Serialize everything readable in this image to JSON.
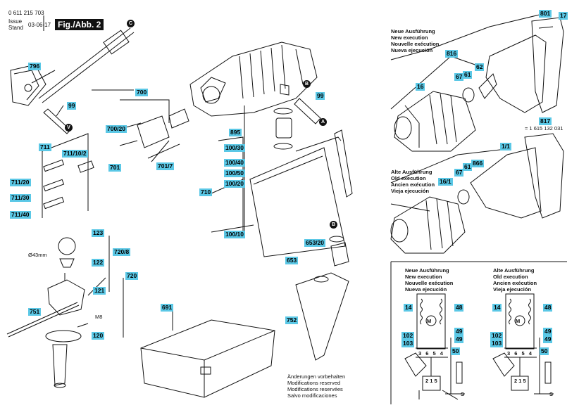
{
  "header": {
    "part_number": "0 611 215 703",
    "issue_label": "Issue",
    "stand_label": "Stand",
    "date": "03-06-17",
    "figure": "Fig./Abb. 2"
  },
  "labels": {
    "l796": "796",
    "l99a": "99",
    "l700": "700",
    "l700_20": "700/20",
    "l701": "701",
    "l701_7": "701/7",
    "l711": "711",
    "l711_10_2": "711/10/2",
    "l711_20": "711/20",
    "l711_30": "711/30",
    "l711_40": "711/40",
    "l123": "123",
    "l122": "122",
    "l121": "121",
    "l720_8": "720/8",
    "l720": "720",
    "l751": "751",
    "l120": "120",
    "l895": "895",
    "l100_30": "100/30",
    "l100_40": "100/40",
    "l100_50": "100/50",
    "l100_20": "100/20",
    "l710": "710",
    "l100_10": "100/10",
    "l653_20": "653/20",
    "l653": "653",
    "l752": "752",
    "l691": "691",
    "l99b": "99",
    "l801": "801",
    "l17": "17",
    "l816": "816",
    "l67a": "67",
    "l61a": "61",
    "l62": "62",
    "l16": "16",
    "l817": "817",
    "l1_1": "1/1",
    "l67b": "67",
    "l61b": "61",
    "l866": "866",
    "l16_1": "16/1",
    "n14": "14",
    "n48": "48",
    "n102": "102",
    "n103": "103",
    "n49a": "49",
    "n49b": "49",
    "n50": "50",
    "o14": "14",
    "o48": "48",
    "o102": "102",
    "o103": "103",
    "o49a": "49",
    "o49b": "49",
    "o50": "50"
  },
  "texts": {
    "dia43": "Ø43mm",
    "m8": "M8",
    "part817": "= 1 615 132 031",
    "new_exec": [
      "Neue Ausführung",
      "New execution",
      "Nouvelle exécution",
      "Nueva ejecución"
    ],
    "old_exec": [
      "Alte Ausführung",
      "Old execution",
      "Ancien exécution",
      "Vieja ejecución"
    ],
    "mods": [
      "Änderungen vorbehalten",
      "Modifications reserved",
      "Modifications reservées",
      "Salvo modificaciones"
    ],
    "sch_n_terms": "3 6 5 4",
    "sch_o_terms": "3 6 5 4",
    "sch_n_bottom": "2 1 5",
    "sch_o_bottom": "2 1 5",
    "sch_m": "M",
    "sch_s": "S"
  },
  "markers": {
    "c": "C",
    "v": "V",
    "b1": "B",
    "a": "A",
    "b2": "B"
  },
  "colors": {
    "label_bg": "#5bc8e6",
    "ink": "#111111"
  }
}
